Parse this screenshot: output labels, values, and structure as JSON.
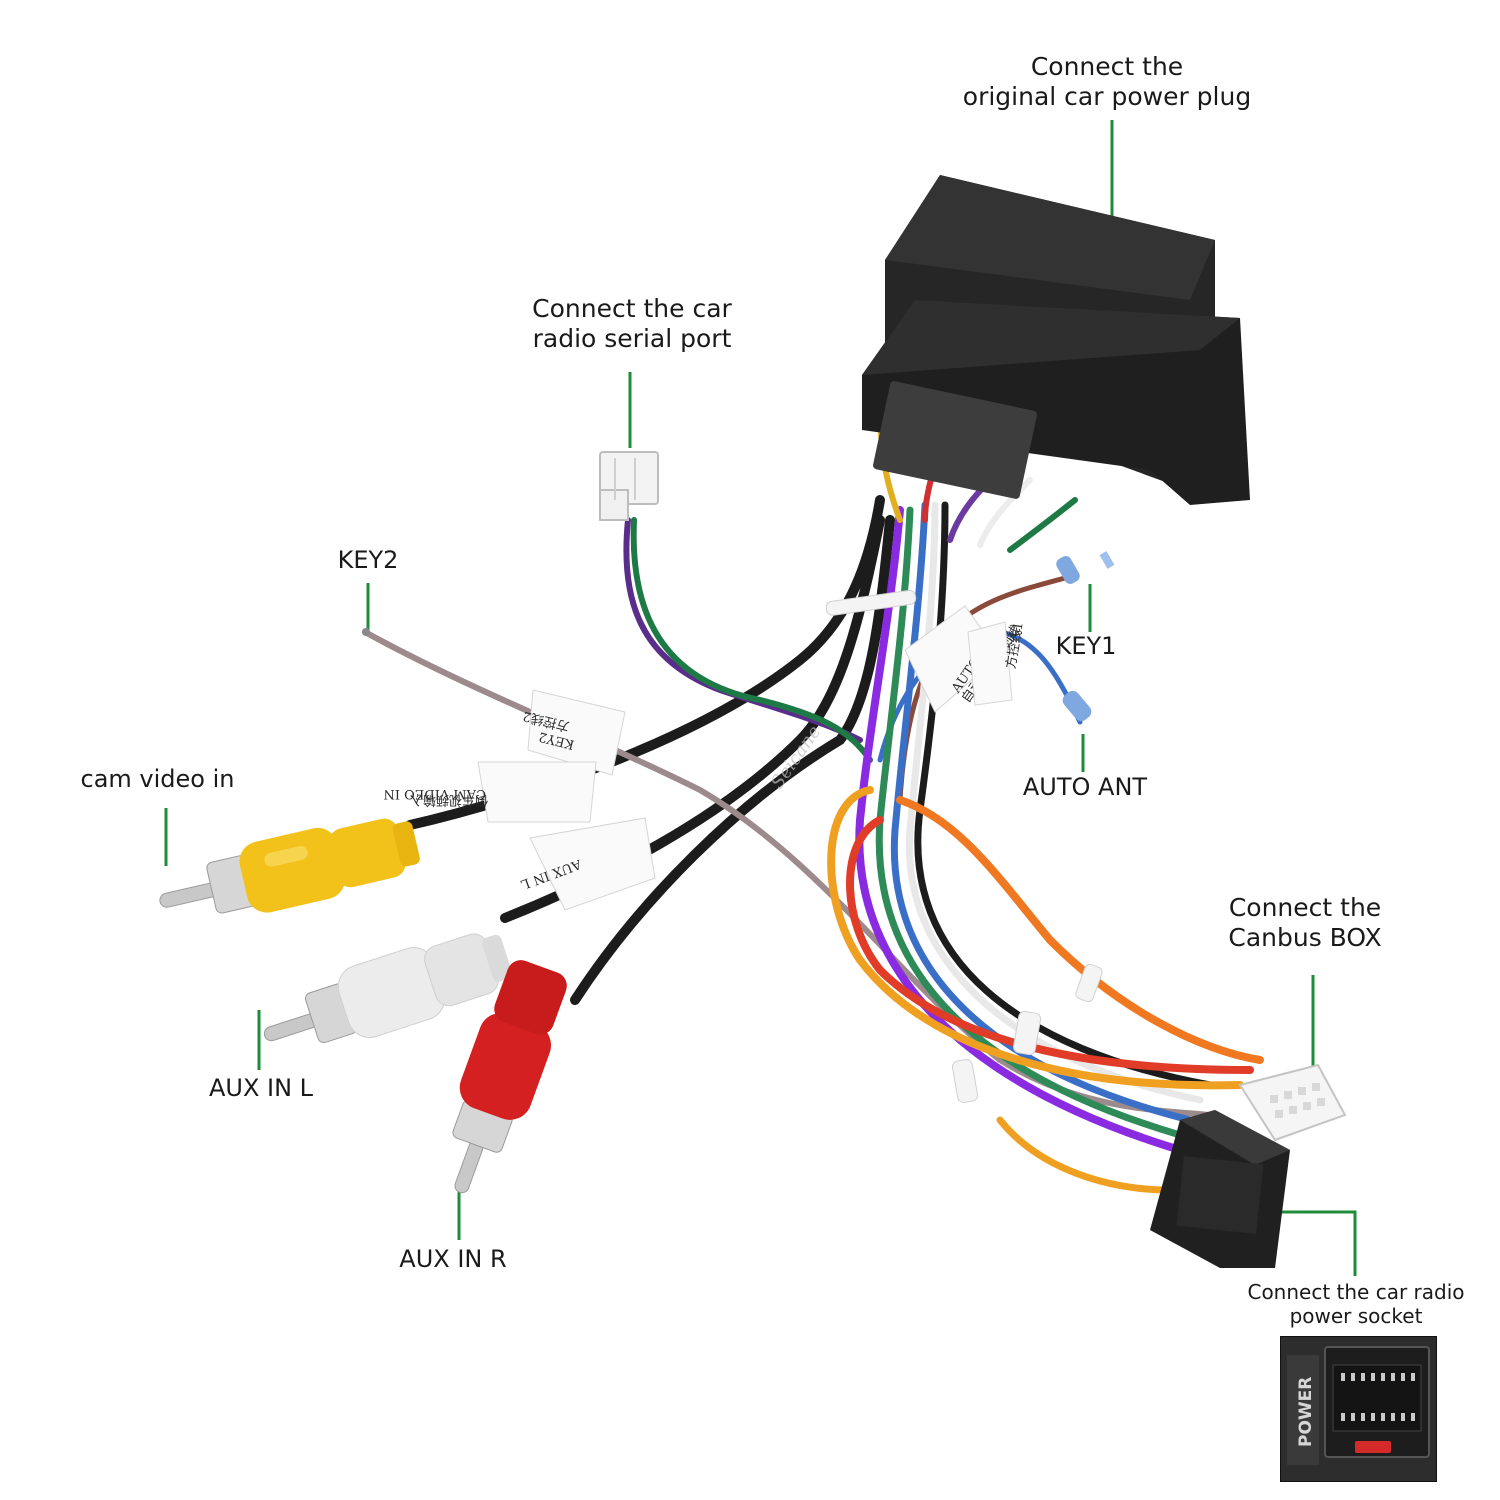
{
  "callouts": {
    "power_plug": {
      "line1": "Connect the",
      "line2": "original car power plug"
    },
    "serial_port": {
      "line1": "Connect the car",
      "line2": "radio  serial port"
    },
    "key2": "KEY2",
    "key1": "KEY1",
    "auto_ant": "AUTO ANT",
    "cam_video_in": "cam video in",
    "aux_in_l": "AUX IN L",
    "aux_in_r": "AUX IN R",
    "canbus_box": {
      "line1": "Connect the",
      "line2": "Canbus  BOX"
    },
    "power_socket": {
      "line1": "Connect the car radio",
      "line2": "power socket"
    }
  },
  "wire_tags": {
    "key2_tag": {
      "line1": "方控线2",
      "line2": "KEY2"
    },
    "cam_tag": {
      "line1": "CAM VIDEO IN",
      "line2": "倒车视频输入"
    },
    "aux_tag": {
      "line1": "AUX IN L"
    },
    "ant_tag": {
      "line1": "AUTO ANT",
      "line2": "自动天线控制线"
    },
    "key1_tag": {
      "line1": "方控线1"
    }
  },
  "inset_label": "POWER",
  "watermark": "Seicane",
  "colors": {
    "leader_line": "#1e8c3a",
    "connector_body": "#262626",
    "rca_yellow": "#f2c21b",
    "rca_white": "#e8e8e8",
    "rca_red": "#d42020"
  }
}
